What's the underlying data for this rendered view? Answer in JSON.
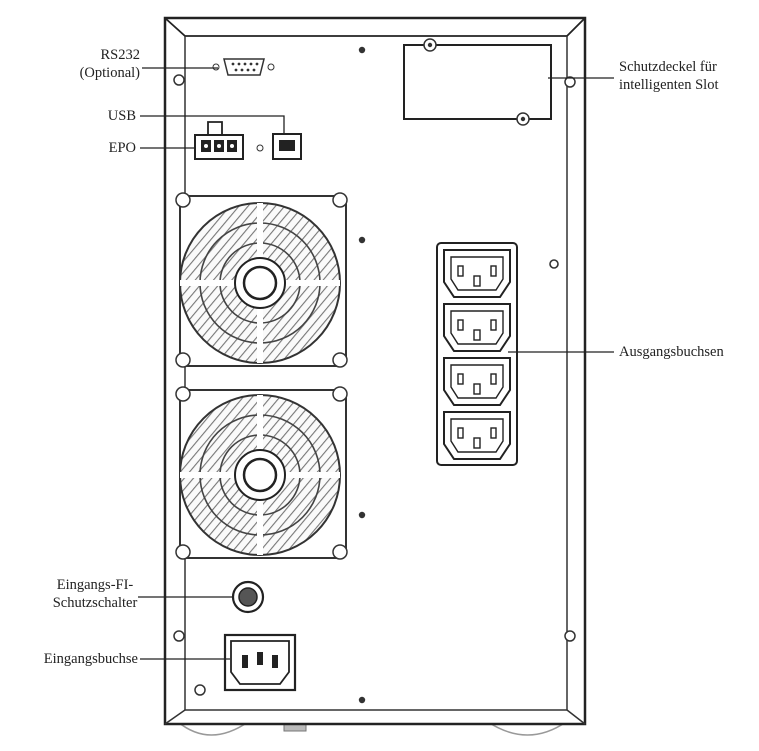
{
  "labels": {
    "rs232": {
      "line1": "RS232",
      "line2": "(Optional)"
    },
    "usb": "USB",
    "epo": "EPO",
    "input_breaker": {
      "line1": "Eingangs-FI-",
      "line2": "Schutzschalter"
    },
    "input_socket": "Eingangsbuchse",
    "slot_cover": {
      "line1": "Schutzdeckel für",
      "line2": "intelligenten Slot"
    },
    "output_sockets": "Ausgangsbuchsen"
  },
  "output_socket_count": 4,
  "fan_count": 2
}
